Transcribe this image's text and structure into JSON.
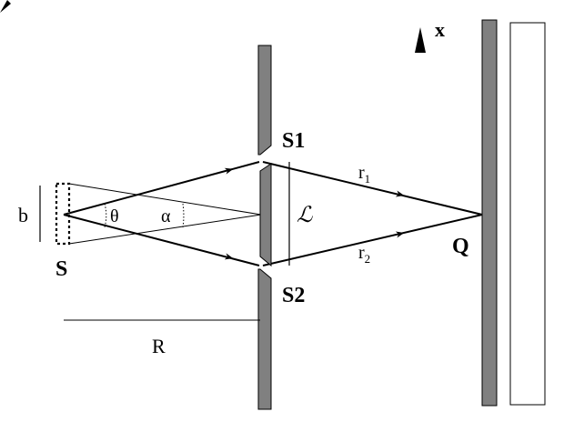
{
  "labels": {
    "source": "S",
    "slit1": "S1",
    "slit2": "S2",
    "source_width": "b",
    "theta": "θ",
    "alpha": "α",
    "slit_separation": "ℒ",
    "path1_base": "r",
    "path1_sub": "1",
    "path2_base": "r",
    "path2_sub": "2",
    "point_q": "Q",
    "distance": "R",
    "axis_x": "x"
  },
  "colors": {
    "barrier": "#808080",
    "line": "#000000",
    "screen_outline": "#000000",
    "background": "#ffffff"
  }
}
